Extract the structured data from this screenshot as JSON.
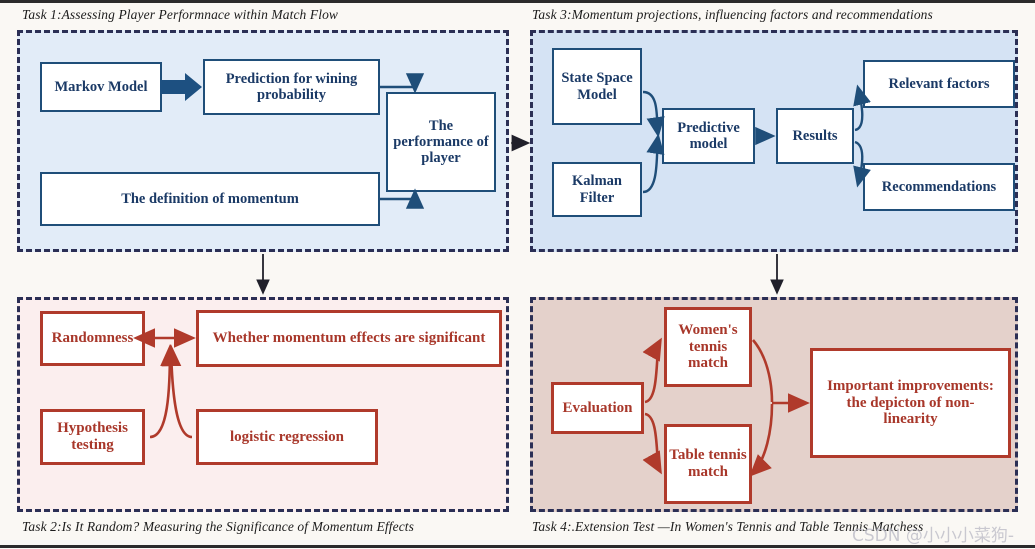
{
  "figure": {
    "background_color": "#faf8f4",
    "navy": "#1f4e79",
    "dark_navy_dash": "#2b2f55",
    "red": "#b03a2b",
    "panel_fill_task1": "#e2ecf8",
    "panel_fill_task3": "#d5e3f4",
    "panel_fill_task2": "#fbeeee",
    "panel_fill_task4": "#e4d1cb"
  },
  "captions": {
    "task1": "Task 1:Assessing Player Performnace within Match Flow",
    "task3": "Task 3:Momentum projections, influencing factors and recommendations",
    "task2": "Task 2:Is It Random? Measuring the Significance of Momentum Effects",
    "task4": "Task 4:.Extension Test —In Women's Tennis and Table Tennis Matchess"
  },
  "task1": {
    "boxes": [
      {
        "id": "markov-model",
        "label": "Markov Model"
      },
      {
        "id": "prediction-winning",
        "label": "Prediction for wining probability"
      },
      {
        "id": "definition-momentum",
        "label": "The definition of momentum"
      },
      {
        "id": "performance-player",
        "label": "The performance of player"
      }
    ]
  },
  "task3": {
    "boxes": [
      {
        "id": "state-space-model",
        "label": "State Space Model"
      },
      {
        "id": "kalman-filter",
        "label": "Kalman Filter"
      },
      {
        "id": "predictive-model",
        "label": "Predictive model"
      },
      {
        "id": "results",
        "label": "Results"
      },
      {
        "id": "relevant-factors",
        "label": "Relevant factors"
      },
      {
        "id": "recommendations",
        "label": "Recommendations"
      }
    ]
  },
  "task2": {
    "boxes": [
      {
        "id": "randomness",
        "label": "Randomness"
      },
      {
        "id": "momentum-significant",
        "label": "Whether momentum effects are significant"
      },
      {
        "id": "hypothesis-testing",
        "label": "Hypothesis testing"
      },
      {
        "id": "logistic-regression",
        "label": "logistic regression"
      }
    ]
  },
  "task4": {
    "boxes": [
      {
        "id": "evaluation",
        "label": "Evaluation"
      },
      {
        "id": "womens-tennis-match",
        "label": "Women's tennis match"
      },
      {
        "id": "table-tennis-match",
        "label": "Table tennis match"
      },
      {
        "id": "important-improvements",
        "label": "Important improvements: the depicton of non-linearity"
      }
    ]
  },
  "watermark": {
    "text": "CSDN @小小小菜狗-"
  }
}
